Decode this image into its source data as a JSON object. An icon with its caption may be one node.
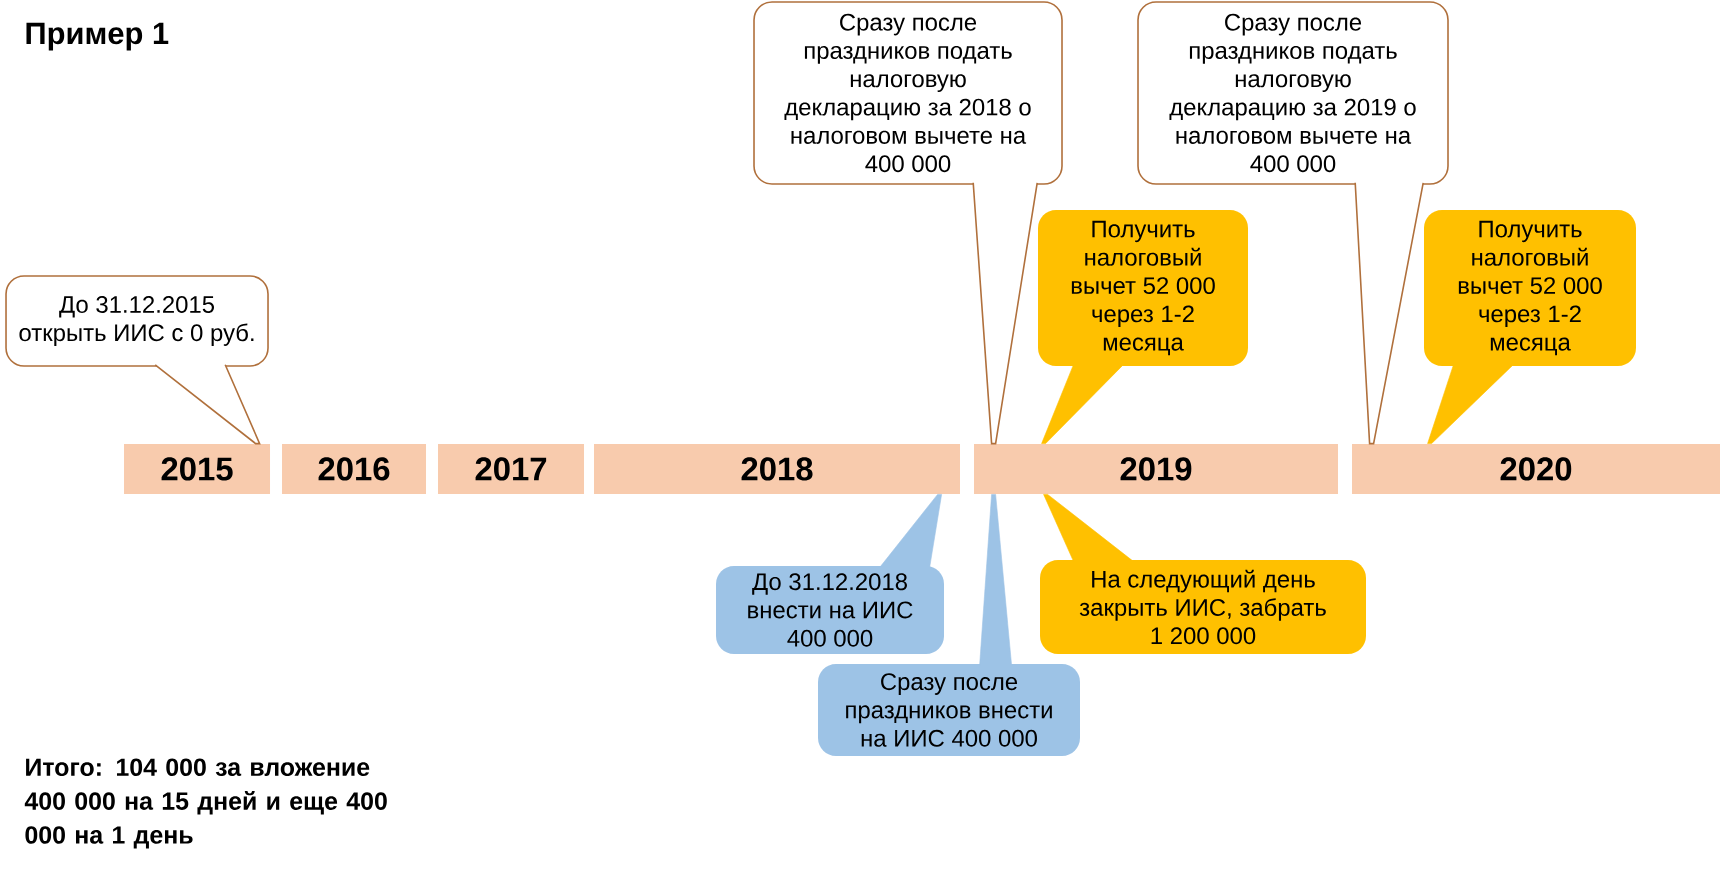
{
  "diagram": {
    "title": "Пример 1",
    "nodes": [
      {
        "text": [
          "Сразу после праздников подать налоговую декларацию за 2018 о налоговом вычете на 400 000"
        ]
      },
      {
        "text": [
          "Сразу после праздников подать налоговую декларацию за 2019 о налоговом вычете на 400 000"
        ]
      },
      {
        "text": [
          "Получить налоговый вычет 52 000 через 1-2 месяца"
        ]
      },
      {
        "text": [
          "Получить налоговый вычет 52 000 через 1-2 месяца"
        ]
      },
      {
        "text": [
          "До 31.12.2015 открыть ИИС с 0 руб."
        ]
      },
      {
        "text": [
          "2015"
        ]
      },
      {
        "text": [
          "2016"
        ]
      },
      {
        "text": [
          "2017"
        ]
      },
      {
        "text": [
          "2018"
        ]
      },
      {
        "text": [
          "2019"
        ]
      },
      {
        "text": [
          "2020"
        ]
      },
      {
        "text": [
          "До 31.12.2018 внести на ИИС 400 000"
        ]
      },
      {
        "text": [
          "На следующий день закрыть ИИС, забрать 1 200 000"
        ]
      },
      {
        "text": [
          "Сразу после праздников внести на ИИС 400 000"
        ]
      }
    ],
    "edges": [
      {
        "from": 0,
        "to": 9,
        "arrow": "to"
      },
      {
        "from": 1,
        "to": 10,
        "arrow": "to"
      },
      {
        "from": 2,
        "to": 9,
        "arrow": "to",
        "color": "#ffc000"
      },
      {
        "from": 3,
        "to": 10,
        "arrow": "to",
        "color": "#ffc000"
      },
      {
        "from": 4,
        "to": 5,
        "arrow": "to"
      },
      {
        "from": 11,
        "to": 8,
        "arrow": "to",
        "color": "#9dc3e6"
      },
      {
        "from": 12,
        "to": 9,
        "arrow": "to",
        "color": "#ffc000"
      },
      {
        "from": 13,
        "to": 9,
        "arrow": "to",
        "color": "#9dc3e6"
      }
    ],
    "labels": [
      "Итого: 104 000 за вложение 400 000 на 15 дней и еще 400 000 на 1 день"
    ]
  }
}
